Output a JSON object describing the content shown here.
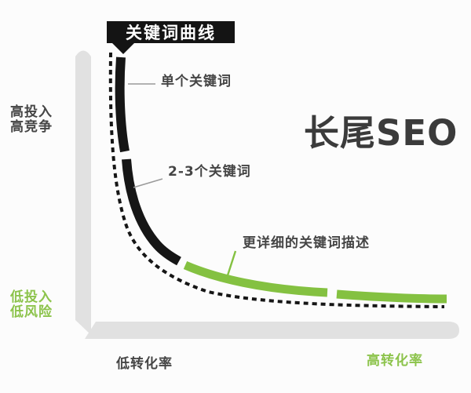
{
  "diagram": {
    "big_title": "长尾SEO",
    "curve_box_label": "关键词曲线"
  },
  "annotations": {
    "single_keyword": "单个关键词",
    "two_three_keywords": "2-3个关键词",
    "detailed_keywords": "更详细的关键词描述"
  },
  "axes": {
    "y_top_line1": "高投入",
    "y_top_line2": "高竞争",
    "y_bottom_line1": "低投入",
    "y_bottom_line2": "低风险",
    "x_left": "低转化率",
    "x_right": "高转化率"
  },
  "colors": {
    "curve_black": "#161616",
    "curve_green": "#84c141",
    "axis_gray": "#e1e1e1",
    "label_dark": "#454545",
    "label_green": "#8cc34b",
    "pointer_gray": "#9a9a9a",
    "box_bg": "#141414",
    "box_text": "#ffffff",
    "background": "#fcfcfc"
  }
}
